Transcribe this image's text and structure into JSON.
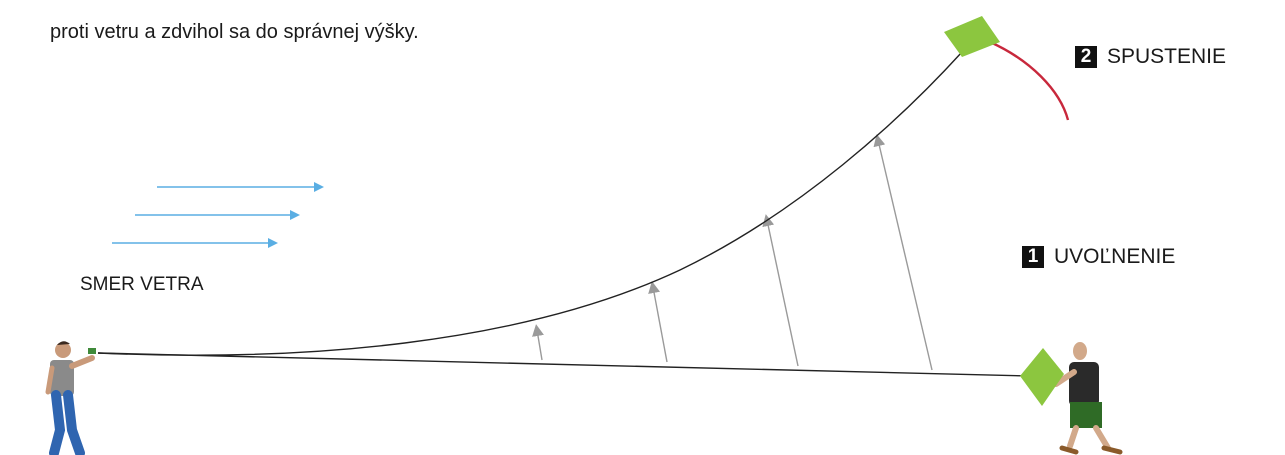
{
  "intro_text": {
    "line1_faded": "… proti vetru a zdvihol sa do správnej výšky.",
    "line2": "proti vetru a zdvihol sa do správnej výšky."
  },
  "wind": {
    "label": "SMER VETRA",
    "arrow_color": "#5aaee3"
  },
  "steps": [
    {
      "number": "2",
      "label": "SPUSTENIE"
    },
    {
      "number": "1",
      "label": "UVOĽNENIE"
    }
  ],
  "colors": {
    "kite": "#8cc63f",
    "tail": "#c8283c",
    "line": "#222222",
    "lift_arrows": "#9a9a9a"
  }
}
